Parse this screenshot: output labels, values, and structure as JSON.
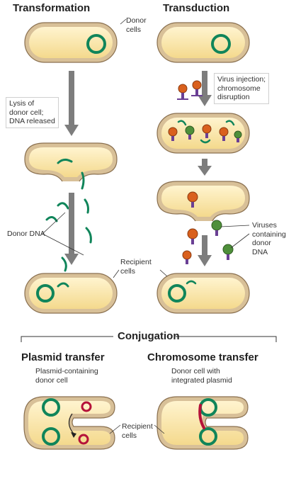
{
  "titles": {
    "transformation": "Transformation",
    "transduction": "Transduction",
    "conjugation": "Conjugation",
    "plasmid_transfer": "Plasmid transfer",
    "chromosome_transfer": "Chromosome transfer"
  },
  "labels": {
    "donor_cells": "Donor\ncells",
    "lysis": "Lysis of\ndonor cell;\nDNA released",
    "virus_injection": "Virus injection;\nchromosome\ndisruption",
    "donor_dna": "Donor DNA",
    "recipient_cells_top": "Recipient\ncells",
    "viruses_containing": "Viruses\ncontaining\ndonor\nDNA",
    "plasmid_containing": "Plasmid-containing\ndonor cell",
    "donor_integrated": "Donor cell with\nintegrated plasmid",
    "recipient_cells_bottom": "Recipient\ncells"
  },
  "colors": {
    "cell_outline": "#8a7050",
    "cell_fill": "#fbe7a8",
    "cell_membrane": "#d8c098",
    "dna_green": "#10855a",
    "plasmid_red": "#b5123a",
    "arrow_gray": "#7d7d7d",
    "virus_orange": "#d9601d",
    "virus_purple": "#6a3f94",
    "virus_green": "#4e8f3a"
  }
}
